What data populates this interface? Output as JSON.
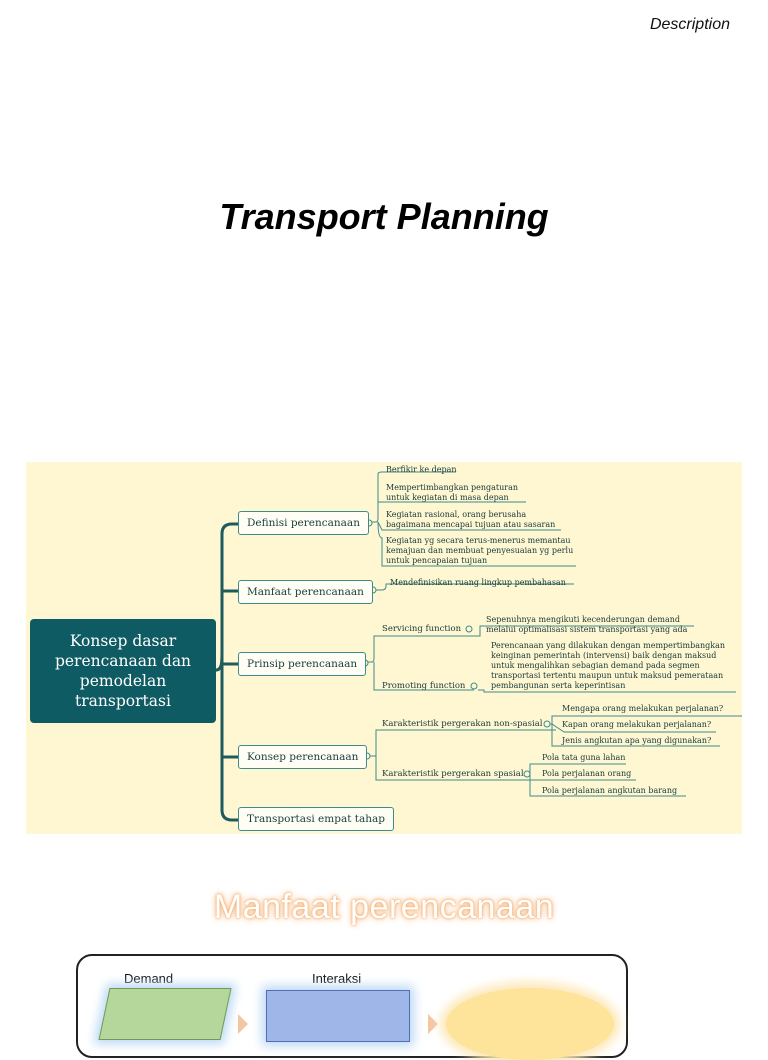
{
  "header": {
    "description": "Description"
  },
  "slide_title": "Transport Planning",
  "mindmap": {
    "root_lines": [
      "Konsep dasar",
      "perencanaan dan",
      "pemodelan",
      "transportasi"
    ],
    "branches": {
      "definisi": {
        "label": "Definisi perencanaan",
        "items": [
          [
            "Berfikir ke depan"
          ],
          [
            "Mempertimbangkan pengaturan",
            "untuk kegiatan di masa depan"
          ],
          [
            "Kegiatan rasional, orang berusaha",
            "bagaimana mencapai tujuan atau sasaran"
          ],
          [
            "Kegiatan yg secara terus-menerus memantau",
            "kemajuan dan membuat penyesuaian yg perlu",
            "untuk pencapaian tujuan"
          ]
        ]
      },
      "manfaat": {
        "label": "Manfaat perencanaan",
        "items": [
          [
            "Mendefinisikan ruang lingkup pembahasan"
          ]
        ]
      },
      "prinsip": {
        "label": "Prinsip perencanaan",
        "servicing": {
          "label": "Servicing function",
          "text": [
            "Sepenuhnya mengikuti kecenderungan demand",
            "melalui optimalisasi sistem transportasi yang ada"
          ]
        },
        "promoting": {
          "label": "Promoting function",
          "text": [
            "Perencanaan yang dilakukan dengan mempertimbangkan",
            "keinginan pemerintah (intervensi) baik dengan maksud",
            "untuk mengalihkan sebagian demand pada segmen",
            "transportasi tertentu maupun untuk maksud pemerataan",
            "pembangunan serta keperintisan"
          ]
        }
      },
      "konsep": {
        "label": "Konsep perencanaan",
        "non_spasial": {
          "label": "Karakteristik pergerakan non-spasial",
          "items": [
            "Mengapa orang melakukan perjalanan?",
            "Kapan orang melakukan perjalanan?",
            "Jenis angkutan apa yang digunakan?"
          ]
        },
        "spasial": {
          "label": "Karakteristik pergerakan spasial",
          "items": [
            "Pola tata guna lahan",
            "Pola perjalanan orang",
            "Pola perjalanan angkutan barang"
          ]
        }
      },
      "empat_tahap": {
        "label": "Transportasi empat tahap"
      }
    }
  },
  "section2": {
    "title": "Manfaat perencanaan",
    "demand_label": "Demand",
    "interaksi_label": "Interaksi"
  }
}
